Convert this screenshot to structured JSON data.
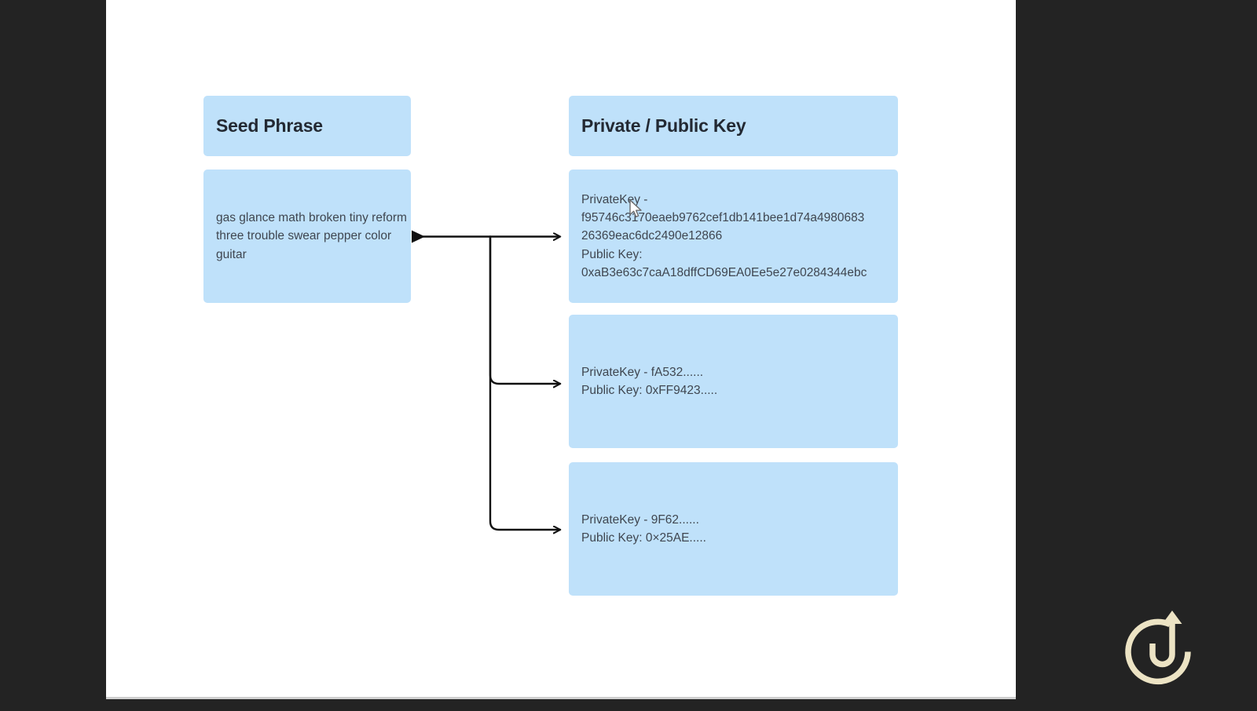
{
  "diagram": {
    "columns": [
      {
        "id": "seed-phrase",
        "header": "Seed Phrase",
        "body": "gas glance math broken tiny reform three trouble swear pepper color guitar"
      },
      {
        "id": "private-public-key",
        "header": "Private / Public Key",
        "boxes": [
          {
            "private_label": "PrivateKey -",
            "private_value": "f95746c3170eaeb9762cef1db141bee1d74a498068326369eac6dc2490e12866",
            "public_label": "Public Key:",
            "public_value": "0xaB3e63c7caA18dffCD69EA0Ee5e27e0284344ebc",
            "text": "PrivateKey -\nf95746c3170eaeb9762cef1db141bee1d74a4980683\n26369eac6dc2490e12866\nPublic Key:\n0xaB3e63c7caA18dffCD69EA0Ee5e27e0284344ebc"
          },
          {
            "private_label": "PrivateKey -",
            "private_value": "fA532......",
            "public_label": "Public Key:",
            "public_value": "0xFF9423.....",
            "text": "PrivateKey - fA532......\nPublic Key: 0xFF9423....."
          },
          {
            "private_label": "PrivateKey -",
            "private_value": "9F62......",
            "public_label": "Public Key:",
            "public_value": "0×25AE.....",
            "text": "PrivateKey - 9F62......\nPublic Key: 0×25AE....."
          }
        ]
      }
    ],
    "colors": {
      "node_fill": "#bfe1fa",
      "title_text": "#232933",
      "body_text": "#3f4650",
      "connector": "#111111",
      "canvas": "#ffffff",
      "backdrop": "#232323",
      "watermark": "#ece3c4"
    }
  }
}
